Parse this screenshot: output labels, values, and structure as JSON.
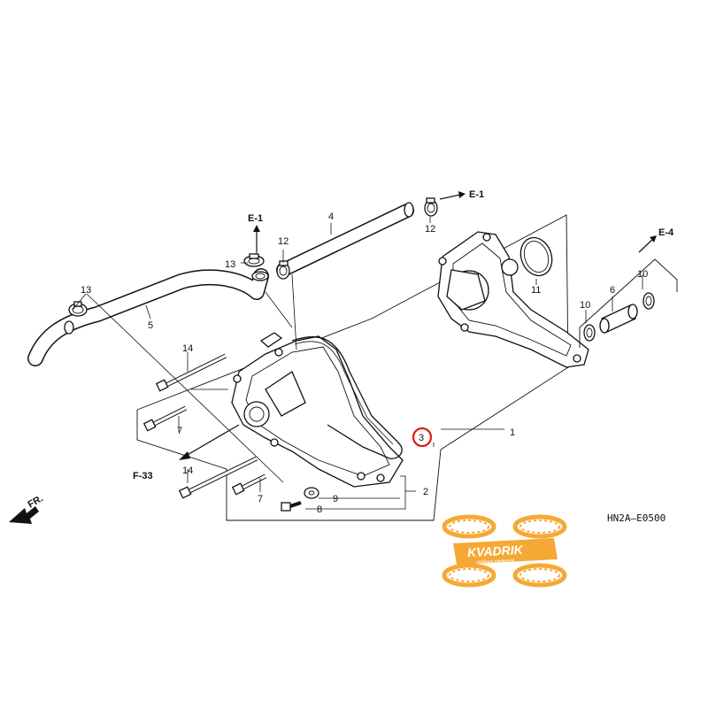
{
  "diagram_code": "HN2A—E0500",
  "direction_label": "FR.",
  "parts": {
    "p1": "1",
    "p2": "2",
    "p3": "3",
    "p4": "4",
    "p5": "5",
    "p6": "6",
    "p7a": "7",
    "p7b": "7",
    "p8": "8",
    "p9": "9",
    "p10a": "10",
    "p10b": "10",
    "p11": "11",
    "p12a": "12",
    "p12b": "12",
    "p13a": "13",
    "p13b": "13",
    "p14a": "14",
    "p14b": "14"
  },
  "refs": {
    "e1_top": "E-1",
    "e1_mid": "E-1",
    "e4": "E-4",
    "f33": "F-33"
  },
  "watermark": {
    "brand": "KVADRIK",
    "tagline": "свобода движения"
  },
  "colors": {
    "highlight": "#e01818",
    "watermark": "#f5a020",
    "ink": "#111111"
  }
}
